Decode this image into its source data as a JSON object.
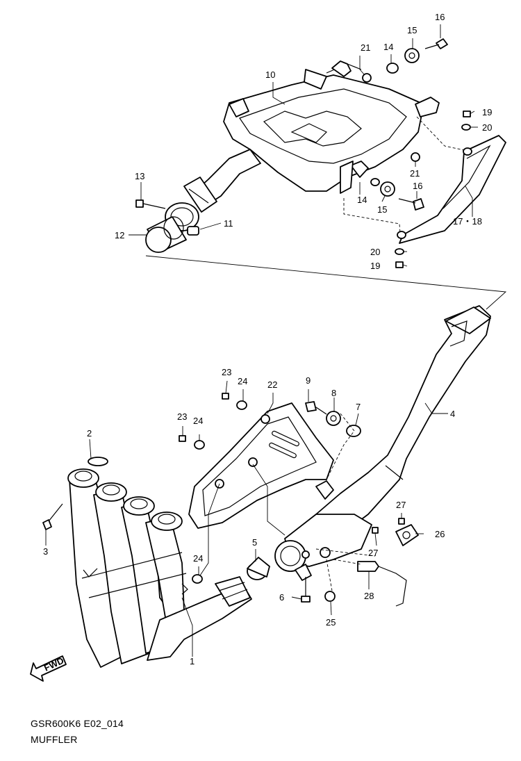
{
  "diagram": {
    "code": "GSR600K6 E02_014",
    "title": "MUFFLER",
    "fwd_label": "FWD",
    "callouts": {
      "c1": "1",
      "c2": "2",
      "c3": "3",
      "c4": "4",
      "c5": "5",
      "c6": "6",
      "c7": "7",
      "c8": "8",
      "c9": "9",
      "c10": "10",
      "c11": "11",
      "c12": "12",
      "c13": "13",
      "c14a": "14",
      "c14b": "14",
      "c15a": "15",
      "c15b": "15",
      "c16a": "16",
      "c16b": "16",
      "c1718": "17・18",
      "c19a": "19",
      "c19b": "19",
      "c20a": "20",
      "c20b": "20",
      "c21a": "21",
      "c21b": "21",
      "c22": "22",
      "c23a": "23",
      "c23b": "23",
      "c24a": "24",
      "c24b": "24",
      "c24c": "24",
      "c25": "25",
      "c26": "26",
      "c27a": "27",
      "c27b": "27",
      "c28": "28"
    }
  }
}
